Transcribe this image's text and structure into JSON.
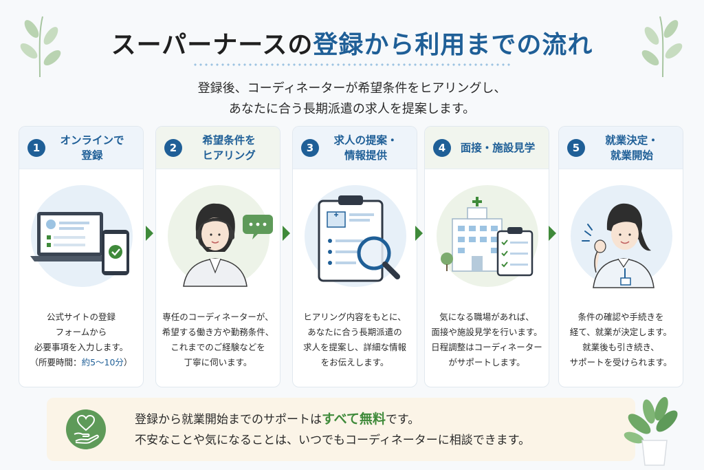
{
  "title": {
    "part1": "スーパーナースの",
    "part2": "登録から利用までの流れ"
  },
  "subtitle": {
    "line1": "登録後、コーディネーターが希望条件をヒアリングし、",
    "line2": "あなたに合う長期派遣の求人を提案します。"
  },
  "steps": [
    {
      "number": "1",
      "title_lines": [
        "オンラインで",
        "登録"
      ],
      "desc_lines": [
        "公式サイトの登録",
        "フォームから",
        "必要事項を入力します。"
      ],
      "time_prefix": "（所要時間：",
      "time_value": "約5〜10分",
      "time_suffix": "）"
    },
    {
      "number": "2",
      "title_lines": [
        "希望条件を",
        "ヒアリング"
      ],
      "desc_lines": [
        "専任のコーディネーターが、",
        "希望する働き方や勤務条件、",
        "これまでのご経験などを",
        "丁寧に伺います。"
      ]
    },
    {
      "number": "3",
      "title_lines": [
        "求人の提案・",
        "情報提供"
      ],
      "desc_lines": [
        "ヒアリング内容をもとに、",
        "あなたに合う長期派遣の",
        "求人を提案し、詳細な情報",
        "をお伝えします。"
      ]
    },
    {
      "number": "4",
      "title_lines": [
        "面接・施設見学"
      ],
      "desc_lines": [
        "気になる職場があれば、",
        "面接や施設見学を行います。",
        "日程調整はコーディネーター",
        "がサポートします。"
      ]
    },
    {
      "number": "5",
      "title_lines": [
        "就業決定・",
        "就業開始"
      ],
      "desc_lines": [
        "条件の確認や手続きを",
        "経て、就業が決定します。",
        "就業後も引き続き、",
        "サポートを受けられます。"
      ]
    }
  ],
  "banner": {
    "line1_prefix": "登録から就業開始までのサポートは",
    "line1_highlight": "すべて無料",
    "line1_suffix": "です。",
    "line2": "不安なことや気になることは、いつでもコーディネーターに相談できます。"
  },
  "icons": {
    "step1": "laptop-smartphone-icon",
    "step2": "coordinator-headset-icon",
    "step3": "clipboard-magnifier-icon",
    "step4": "hospital-checklist-icon",
    "step5": "nurse-icon",
    "banner": "heart-hand-icon"
  },
  "colors": {
    "accent_blue": "#1f5f97",
    "accent_green": "#3f8a3a",
    "banner_bg": "#fbf4e7"
  }
}
